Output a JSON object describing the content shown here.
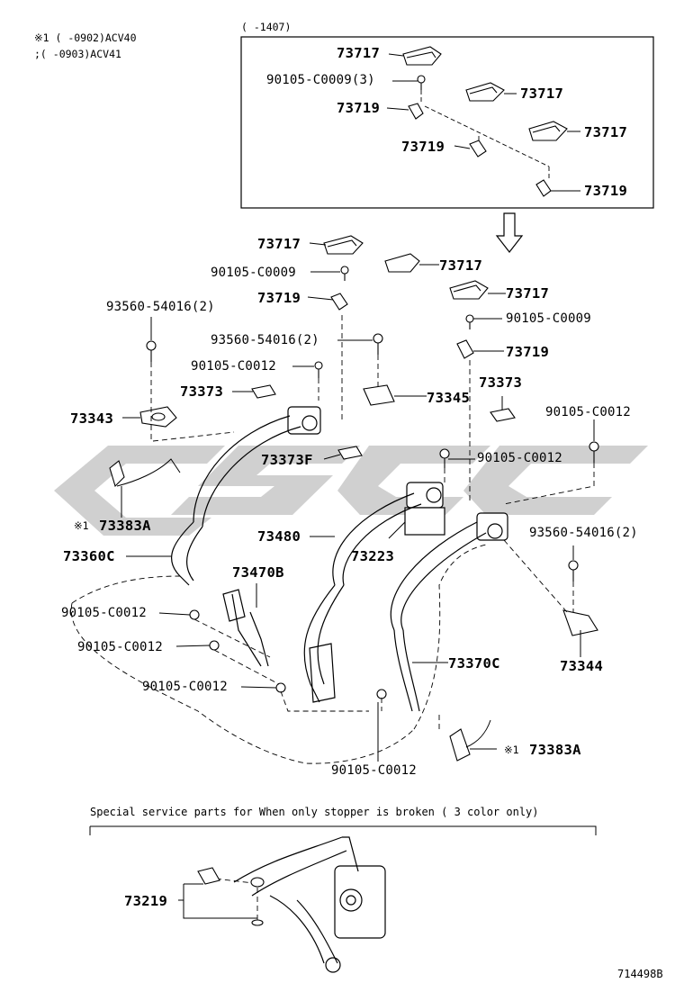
{
  "notes": {
    "line1": "※1 (     -0902)ACV40",
    "line2": "  ;(     -0903)ACV41",
    "inset_range": "(     -1407)"
  },
  "labels": {
    "i73717a": "73717",
    "i90105_c0009_3": "90105-C0009(3)",
    "i73719a": "73719",
    "i73717b": "73717",
    "i73717c": "73717",
    "i73719b": "73719",
    "i73719c": "73719",
    "m73717a": "73717",
    "m90105a": "90105-C0009",
    "m73719a": "73719",
    "m73717b": "73717",
    "m73717c": "73717",
    "m90105b": "90105-C0009",
    "m73719b": "73719",
    "l93560a": "93560-54016(2)",
    "l93560b": "93560-54016(2)",
    "l90105c12a": "90105-C0012",
    "l73373a": "73373",
    "l73345": "73345",
    "l73373b": "73373",
    "l90105c12b": "90105-C0012",
    "l73343": "73343",
    "l73373f": "73373F",
    "l90105c12c": "90105-C0012",
    "l73383a_left": "73383A",
    "l73480": "73480",
    "l73223": "73223",
    "l93560c": "93560-54016(2)",
    "l73360c": "73360C",
    "l73470b": "73470B",
    "l90105c12d": "90105-C0012",
    "l90105c12e": "90105-C0012",
    "l73370c": "73370C",
    "l73344": "73344",
    "l90105c12f": "90105-C0012",
    "l73383a_right": "73383A",
    "l90105c12g": "90105-C0012",
    "note_mark": "※1",
    "special": "Special service parts for When only stopper is broken ( 3 color only)",
    "l73219": "73219",
    "figure_code": "714498B"
  }
}
